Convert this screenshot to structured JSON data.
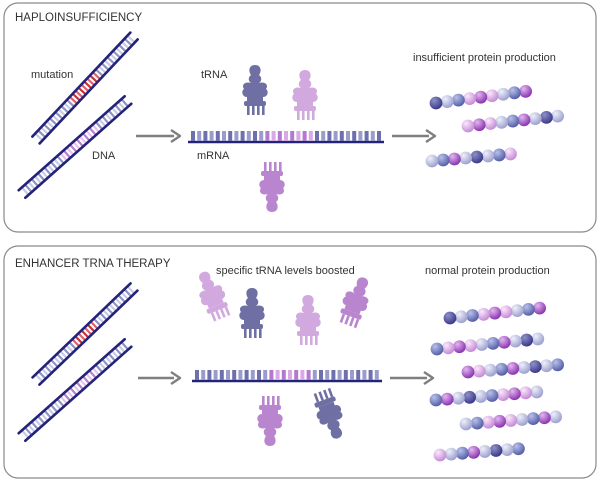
{
  "panels": [
    {
      "title": "HAPLOINSUFFICIENCY",
      "labels": {
        "mutation": "mutation",
        "dna": "DNA",
        "trna": "tRNA",
        "mrna": "mRNA",
        "output": "insufficient protein production"
      }
    },
    {
      "title": "ENHANCER TRNA THERAPY",
      "labels": {
        "boost": "specific tRNA levels boosted",
        "output": "normal protein production"
      }
    }
  ],
  "colors": {
    "navy": "#24237a",
    "blue_light": "#b7b9da",
    "mutation_red": "#c8313a",
    "purple_light": "#d9b6e6",
    "magenta": "#a65cc6",
    "trna_dark": "#6f6fa3",
    "trna_light": "#d2a9df",
    "trna_mid": "#b985cf",
    "arrow_gray": "#7f7f7f"
  },
  "icons": [
    "arrow-right-icon",
    "trna-icon",
    "dna-helix-icon",
    "protein-chain-icon"
  ]
}
